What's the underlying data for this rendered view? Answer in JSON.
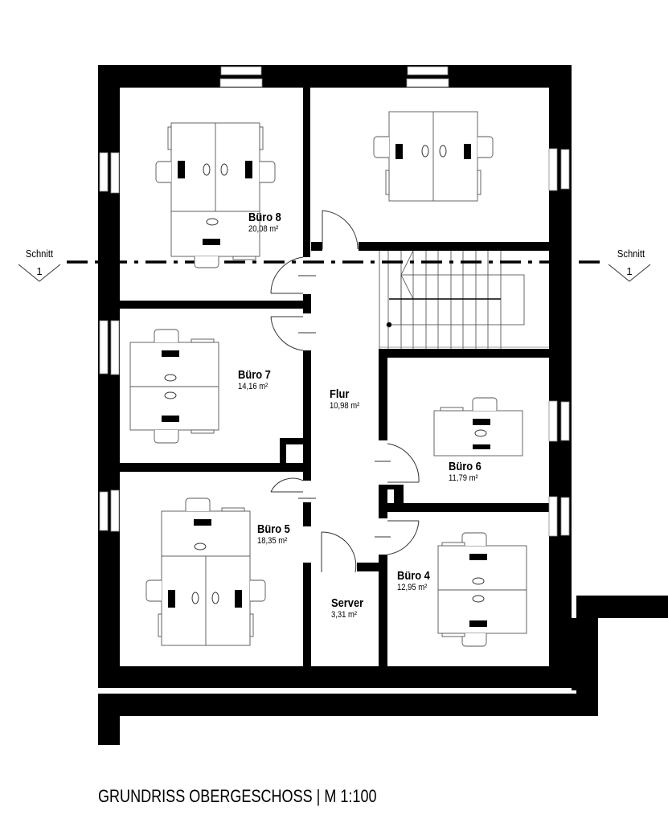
{
  "drawing": {
    "title": "GRUNDRISS OBERGESCHOSS | M 1:100",
    "section_marker_left": {
      "label": "Schnitt",
      "number": "1"
    },
    "section_marker_right": {
      "label": "Schnitt",
      "number": "1"
    }
  },
  "rooms": [
    {
      "name": "Büro 8",
      "area": "20,08 m²"
    },
    {
      "name": "Büro 7",
      "area": "14,16 m²"
    },
    {
      "name": "Flur",
      "area": "10,98 m²"
    },
    {
      "name": "Büro 6",
      "area": "11,79 m²"
    },
    {
      "name": "Büro 5",
      "area": "18,35 m²"
    },
    {
      "name": "Server",
      "area": "3,31 m²"
    },
    {
      "name": "Büro 4",
      "area": "12,95 m²"
    }
  ],
  "colors": {
    "wall": "#000000",
    "background": "#ffffff",
    "furniture_line": "#555555"
  }
}
